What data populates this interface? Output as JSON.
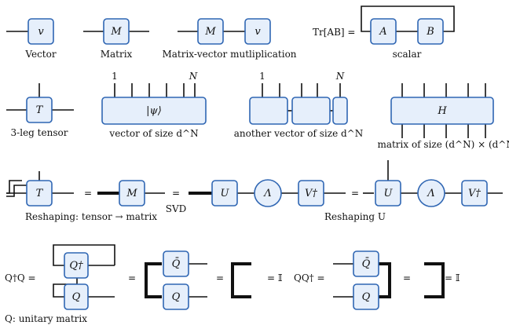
{
  "row1": {
    "vector": {
      "symbol": "v",
      "caption": "Vector"
    },
    "matrix": {
      "symbol": "M",
      "caption": "Matrix"
    },
    "mv": {
      "m": "M",
      "v": "v",
      "caption": "Matrix-vector mutliplication"
    },
    "trace": {
      "prefix": "Tr[AB] =",
      "a": "A",
      "b": "B",
      "caption": "scalar"
    }
  },
  "row2": {
    "tensor": {
      "symbol": "T",
      "caption": "3-leg tensor"
    },
    "psi": {
      "symbol": "|ψ⟩",
      "first": "1",
      "last": "N",
      "caption": "vector of size d^N"
    },
    "another": {
      "first": "1",
      "last": "N",
      "caption": "another vector of size d^N"
    },
    "h": {
      "symbol": "H",
      "caption": "matrix of size (d^N) × (d^N)"
    }
  },
  "row3": {
    "t": "T",
    "eq1": "=",
    "m": "M",
    "eq2": "=",
    "svd": "SVD",
    "u": "U",
    "lambda": "Λ",
    "vdag": "V†",
    "eq3": "=",
    "u2": "U",
    "lambda2": "Λ",
    "vdag2": "V†",
    "caption1": "Reshaping: tensor → matrix",
    "caption2": "Reshaping U"
  },
  "row4": {
    "lhs1": "Q†Q =",
    "qdag": "Q†",
    "q1": "Q",
    "eq1": "=",
    "qbar": "Q̄",
    "q2": "Q",
    "eq2": "=",
    "ident1": "= 𝕀",
    "lhs2": "QQ† =",
    "qbar2": "Q̄",
    "q3": "Q",
    "eq3": "=",
    "ident2": "= 𝕀",
    "caption": "Q: unitary matrix"
  }
}
